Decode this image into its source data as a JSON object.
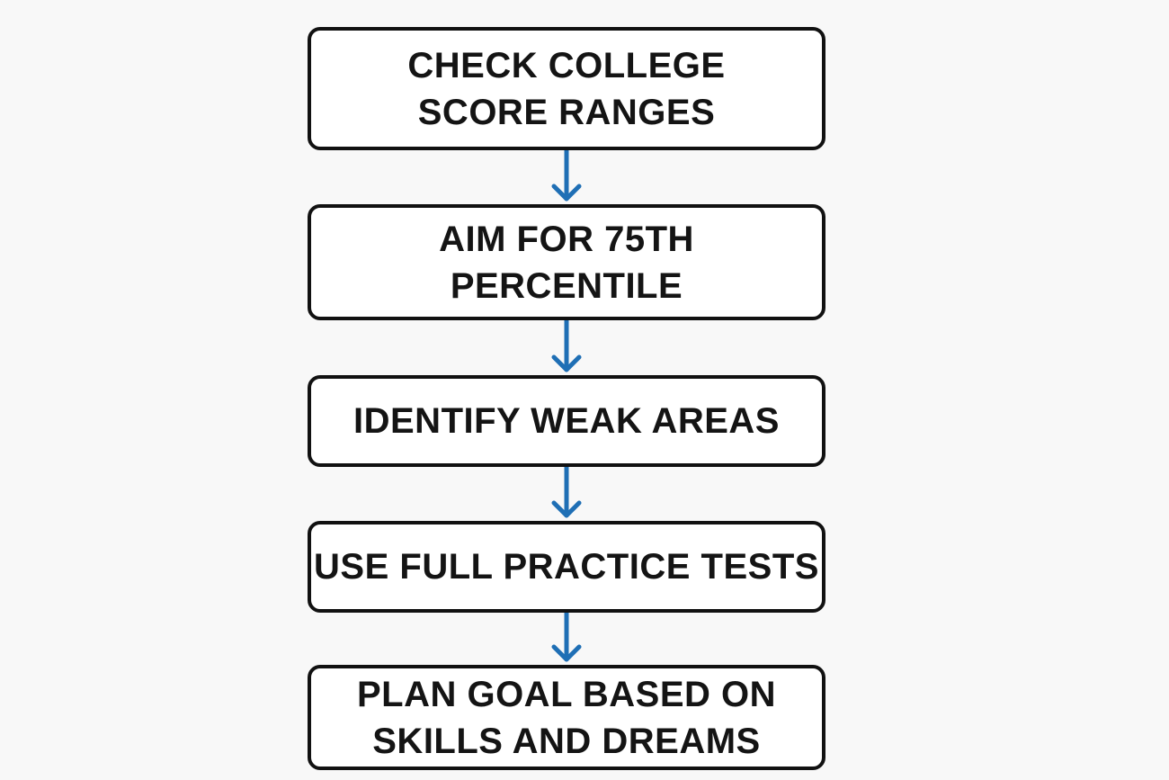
{
  "flowchart": {
    "steps": [
      {
        "label": "CHECK COLLEGE\nSCORE RANGES"
      },
      {
        "label": "AIM FOR 75TH\nPERCENTILE"
      },
      {
        "label": "IDENTIFY WEAK AREAS"
      },
      {
        "label": "USE FULL PRACTICE TESTS"
      },
      {
        "label": "PLAN GOAL BASED ON\nSKILLS AND DREAMS"
      }
    ],
    "colors": {
      "box_border": "#111111",
      "box_fill": "#ffffff",
      "text": "#141414",
      "arrow": "#1f6fb5",
      "background": "#f8f8f8"
    }
  }
}
